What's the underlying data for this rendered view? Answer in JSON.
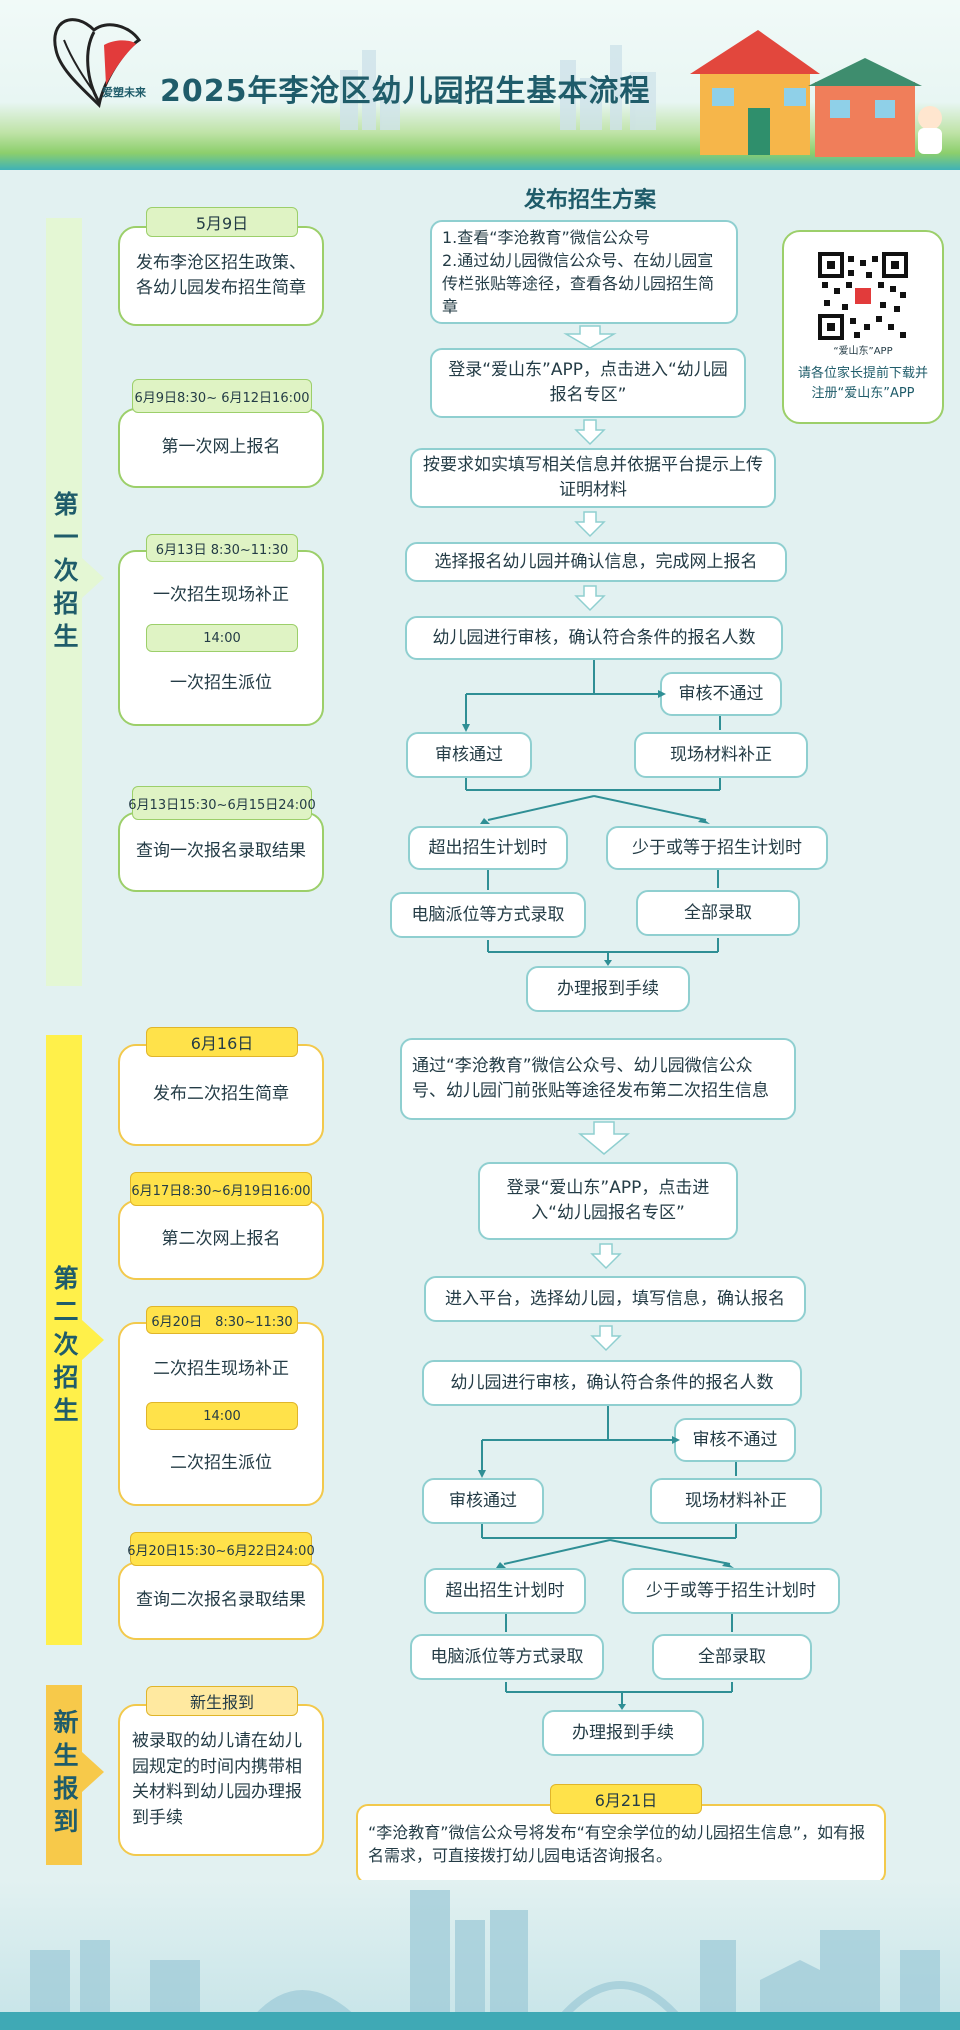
{
  "header": {
    "title": "2025年李沧区幼儿园招生基本流程",
    "logo_text": "爱塑未来"
  },
  "colors": {
    "green": "#9ccf6a",
    "yellow": "#ffe24a",
    "teal": "#2f8f95"
  },
  "section1": {
    "label": "第一次招生",
    "flow_title": "发布招生方案",
    "left": [
      {
        "date": "5月9日",
        "text": "发布李沧区招生政策、各幼儿园发布招生简章"
      },
      {
        "date": "6月9日8:30~ 6月12日16:00",
        "text": "第一次网上报名"
      },
      {
        "date": "6月13日 8:30~11:30",
        "text": "一次招生现场补正",
        "date2": "14:00",
        "text2": "一次招生派位"
      },
      {
        "date": "6月13日15:30~6月15日24:00",
        "text": "查询一次报名录取结果"
      }
    ],
    "flow": {
      "step1": "1.查看“李沧教育”微信公众号\n2.通过幼儿园微信公众号、在幼儿园宣传栏张贴等途径，查看各幼儿园招生简章",
      "step2": "登录“爱山东”APP，点击进入“幼儿园报名专区”",
      "step3": "按要求如实填写相关信息并依据平台提示上传证明材料",
      "step4": "选择报名幼儿园并确认信息，完成网上报名",
      "step5": "幼儿园进行审核，确认符合条件的报名人数",
      "fail": "审核不通过",
      "pass": "审核通过",
      "supplement": "现场材料补正",
      "over": "超出招生计划时",
      "under": "少于或等于招生计划时",
      "lottery": "电脑派位等方式录取",
      "all": "全部录取",
      "register": "办理报到手续"
    }
  },
  "qr": {
    "caption": "“爱山东”APP",
    "note": "请各位家长提前下载并注册“爱山东”APP"
  },
  "section2": {
    "label": "第二次招生",
    "left": [
      {
        "date": "6月16日",
        "text": "发布二次招生简章"
      },
      {
        "date": "6月17日8:30~6月19日16:00",
        "text": "第二次网上报名"
      },
      {
        "date": "6月20日　8:30~11:30",
        "text": "二次招生现场补正",
        "date2": "14:00",
        "text2": "二次招生派位"
      },
      {
        "date": "6月20日15:30~6月22日24:00",
        "text": "查询二次报名录取结果"
      }
    ],
    "flow": {
      "step1": "通过“李沧教育”微信公众号、幼儿园微信公众号、幼儿园门前张贴等途径发布第二次招生信息",
      "step2": "登录“爱山东”APP，点击进入“幼儿园报名专区”",
      "step3": "进入平台，选择幼儿园，填写信息，确认报名",
      "step4": "幼儿园进行审核，确认符合条件的报名人数",
      "fail": "审核不通过",
      "pass": "审核通过",
      "supplement": "现场材料补正",
      "over": "超出招生计划时",
      "under": "少于或等于招生计划时",
      "lottery": "电脑派位等方式录取",
      "all": "全部录取",
      "register": "办理报到手续"
    }
  },
  "section3": {
    "label": "新生报到",
    "pill": "新生报到",
    "text": "被录取的幼儿请在幼儿园规定的时间内携带相关材料到幼儿园办理报到手续",
    "date": "6月21日",
    "notice": "“李沧教育”微信公众号将发布“有空余学位的幼儿园招生信息”，如有报名需求，可直接拨打幼儿园电话咨询报名。"
  }
}
